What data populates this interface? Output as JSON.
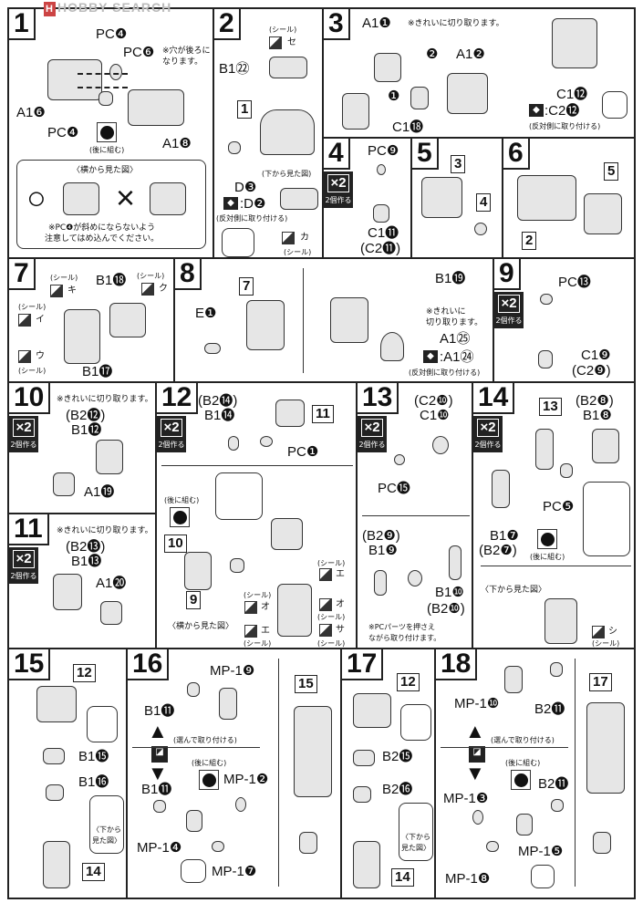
{
  "watermark": "HOBBY SEARCH",
  "common": {
    "seal": "(シール)",
    "later": "(後に組む)",
    "opposite": "(反対側に取り付ける)",
    "x2": "×2",
    "make2": "2個作る",
    "cut_clean": "※きれいに切り取ります。",
    "choose": "(選んで取り付ける)",
    "from_below": "〈下から見た図〉",
    "from_side": "〈横から見た図〉"
  },
  "steps": {
    "s1": {
      "num": "1",
      "labels": [
        "PC❹",
        "PC❻",
        "※穴が後ろに\nなります。",
        "A1❻",
        "PC❹",
        "A1❽",
        "○",
        "×",
        "※PC❹が斜めにならないよう\n注意してはめ込んでください。"
      ]
    },
    "s2": {
      "num": "2",
      "labels": [
        "セ",
        "B1㉒",
        "1",
        "D❸",
        ":D❷",
        "カ",
        "(下から見た図)"
      ]
    },
    "s3": {
      "num": "3",
      "labels": [
        "A1❶",
        "A1❷",
        "C1⓲",
        "C1⓬",
        ":C2⓬",
        "❶",
        "❷"
      ]
    },
    "s4": {
      "num": "4",
      "labels": [
        "PC❾",
        "C1⓫",
        "(C2⓫)"
      ]
    },
    "s5": {
      "num": "5",
      "labels": [
        "3",
        "4"
      ]
    },
    "s6": {
      "num": "6",
      "labels": [
        "5",
        "2"
      ]
    },
    "s7": {
      "num": "7",
      "labels": [
        "キ",
        "B1⓲",
        "ク",
        "イ",
        "ウ",
        "B1⓱"
      ]
    },
    "s8": {
      "num": "8",
      "labels": [
        "7",
        "E❶",
        "B1⓳",
        "※きれいに\n切り取ります。",
        "A1㉕",
        ":A1㉔"
      ]
    },
    "s9": {
      "num": "9",
      "labels": [
        "PC⓭",
        "C1❾",
        "(C2❾)"
      ]
    },
    "s10": {
      "num": "10",
      "labels": [
        "(B2⓬)",
        "B1⓬",
        "A1⓳"
      ]
    },
    "s11": {
      "num": "11",
      "labels": [
        "(B2⓭)",
        "B1⓭",
        "A1⓴"
      ]
    },
    "s12": {
      "num": "12",
      "labels": [
        "(B2⓮)",
        "B1⓮",
        "11",
        "PC❶",
        "10",
        "9",
        "エ",
        "オ",
        "オ",
        "エ",
        "サ"
      ]
    },
    "s13": {
      "num": "13",
      "labels": [
        "(C2❿)",
        "C1❿",
        "PC⓯",
        "(B2❾)",
        "B1❾",
        "B1❿",
        "(B2❿)",
        "※PCパーツを押さえ\nながら取り付けます。"
      ]
    },
    "s14": {
      "num": "14",
      "labels": [
        "13",
        "(B2❽)",
        "B1❽",
        "PC❺",
        "B1❼",
        "(B2❼)",
        "シ"
      ]
    },
    "s15": {
      "num": "15",
      "labels": [
        "12",
        "B1⓯",
        "B1⓰",
        "〈下から\n見た図〉",
        "14"
      ]
    },
    "s16": {
      "num": "16",
      "labels": [
        "MP-1❾",
        "B1⓫",
        "MP-1❷",
        "B1⓫",
        "MP-1❹",
        "MP-1❼",
        "15"
      ]
    },
    "s17": {
      "num": "17",
      "labels": [
        "12",
        "B2⓯",
        "B2⓰",
        "〈下から\n見た図〉",
        "14"
      ]
    },
    "s18": {
      "num": "18",
      "labels": [
        "MP-1❿",
        "B2⓫",
        "MP-1❸",
        "B2⓫",
        "MP-1❺",
        "MP-1❽",
        "17"
      ]
    }
  }
}
